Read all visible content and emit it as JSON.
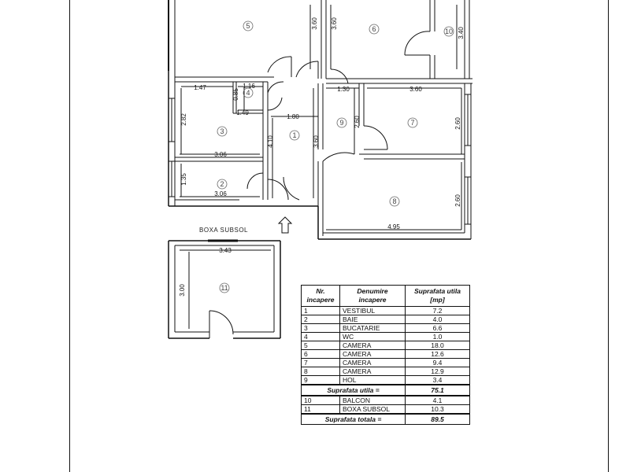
{
  "plan": {
    "rooms": [
      {
        "id": "room-5",
        "number": "5"
      },
      {
        "id": "room-6",
        "number": "6"
      },
      {
        "id": "room-10",
        "number": "10"
      },
      {
        "id": "room-4",
        "number": "4"
      },
      {
        "id": "room-3",
        "number": "3"
      },
      {
        "id": "room-1",
        "number": "1"
      },
      {
        "id": "room-9",
        "number": "9"
      },
      {
        "id": "room-7",
        "number": "7"
      },
      {
        "id": "room-2",
        "number": "2"
      },
      {
        "id": "room-8",
        "number": "8"
      },
      {
        "id": "room-11",
        "number": "11"
      }
    ],
    "dimensions": {
      "d_360_room5": "3.60",
      "d_360_room6": "3.60",
      "d_340_room10": "3.40",
      "d_147": "1.47",
      "d_116": "1.16",
      "d_085": "0.85",
      "d_149": "1.49",
      "d_180": "1.80",
      "d_130": "1.30",
      "d_360_room7": "3.60",
      "d_282": "2.82",
      "d_410": "4.10",
      "d_360_hall": "3.60",
      "d_260_room9": "2.60",
      "d_260_room7": "2.60",
      "d_306_room3": "3.06",
      "d_135": "1.35",
      "d_306_room2": "3.06",
      "d_260_room8": "2.60",
      "d_495": "4.95",
      "d_343": "3.43",
      "d_300": "3.00"
    },
    "basement_label": "BOXA SUBSOL"
  },
  "table": {
    "headers": {
      "nr": "Nr. incapere",
      "name": "Denumire incapere",
      "area": "Suprafata utila [mp]"
    },
    "rows": [
      {
        "nr": "1",
        "name": "VESTIBUL",
        "area": "7.2"
      },
      {
        "nr": "2",
        "name": "BAIE",
        "area": "4.0"
      },
      {
        "nr": "3",
        "name": "BUCATARIE",
        "area": "6.6"
      },
      {
        "nr": "4",
        "name": "WC",
        "area": "1.0"
      },
      {
        "nr": "5",
        "name": "CAMERA",
        "area": "18.0"
      },
      {
        "nr": "6",
        "name": "CAMERA",
        "area": "12.6"
      },
      {
        "nr": "7",
        "name": "CAMERA",
        "area": "9.4"
      },
      {
        "nr": "8",
        "name": "CAMERA",
        "area": "12.9"
      },
      {
        "nr": "9",
        "name": "HOL",
        "area": "3.4"
      }
    ],
    "useful_total": {
      "label": "Suprafata utila =",
      "value": "75.1"
    },
    "extra_rows": [
      {
        "nr": "10",
        "name": "BALCON",
        "area": "4.1"
      },
      {
        "nr": "11",
        "name": "BOXA SUBSOL",
        "area": "10.3"
      }
    ],
    "grand_total": {
      "label": "Suprafata totala =",
      "value": "89.5"
    }
  }
}
